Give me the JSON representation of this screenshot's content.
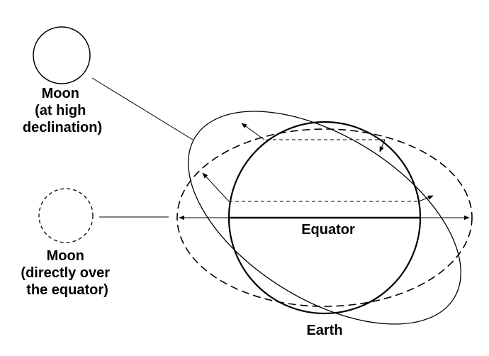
{
  "labels": {
    "moon_high": [
      "Moon",
      "(at high",
      "declination)"
    ],
    "moon_equator": [
      "Moon",
      "(directly over",
      "the equator)"
    ],
    "equator": "Equator",
    "earth": "Earth"
  },
  "colors": {
    "stroke": "#000000",
    "background": "#ffffff"
  }
}
